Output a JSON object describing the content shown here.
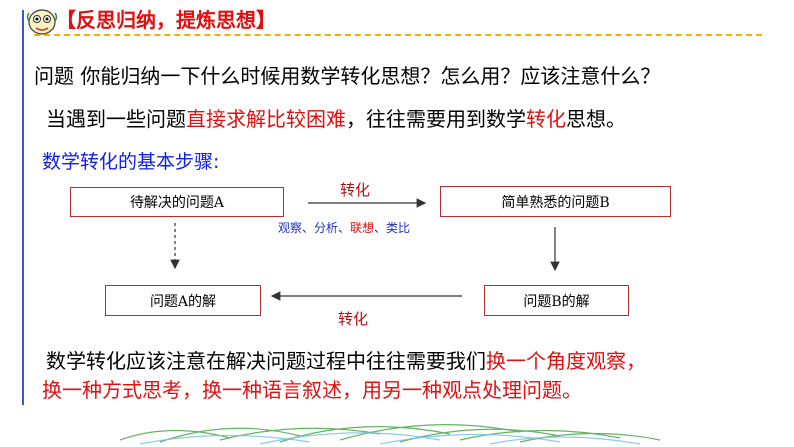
{
  "heading": "【反思归纳，提炼思想】",
  "question": "问题  你能归纳一下什么时候用数学转化思想？怎么用？应该注意什么？",
  "line2": {
    "part1": "当遇到一些问题",
    "part2": "直接求解比较困难",
    "part3": "，往往需要用到数学",
    "part4": "转化",
    "part5": "思想。"
  },
  "steps_title": "数学转化的基本步骤:",
  "diagram": {
    "box_a": "待解决的问题A",
    "box_b": "简单熟悉的问题B",
    "box_b_sol": "问题B的解",
    "box_a_sol": "问题A的解",
    "label_top": "转化",
    "label_bottom": "转化",
    "observe": {
      "p1": "观察、分析、",
      "p2": "联想",
      "p3": "、类比"
    }
  },
  "para1": {
    "part1": "数学转化应该注意在解决问题过程中往往需要我们",
    "part2": "换一个角度观察，"
  },
  "para2": "换一种方式思考，换一种语言叙述，用另一种观点处理问题。",
  "colors": {
    "red": "#e01010",
    "blue": "#1020e0",
    "accent_line": "#3a5bc0"
  }
}
